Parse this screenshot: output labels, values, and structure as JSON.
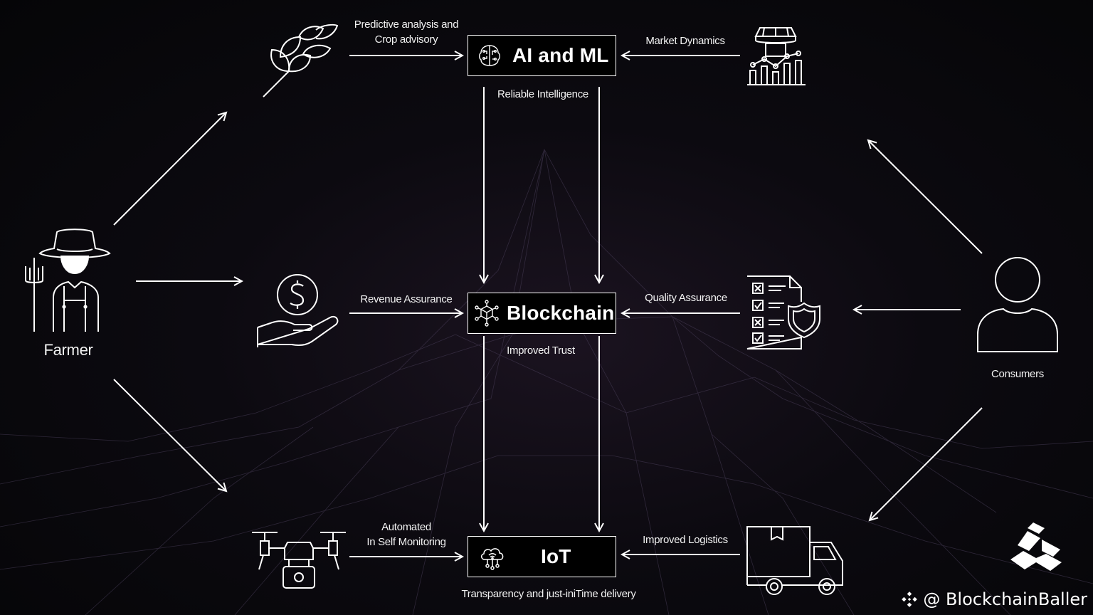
{
  "hubs": {
    "ai_ml": "AI and ML",
    "blockchain": "Blockchain",
    "iot": "IoT"
  },
  "actors": {
    "farmer": "Farmer",
    "consumers": "Consumers"
  },
  "flow_labels": {
    "predictive_line1": "Predictive analysis and",
    "predictive_line2": "Crop advisory",
    "market_dynamics": "Market Dynamics",
    "reliable_intelligence": "Reliable Intelligence",
    "revenue_assurance": "Revenue Assurance",
    "quality_assurance": "Quality Assurance",
    "improved_trust": "Improved Trust",
    "automated_line1": "Automated",
    "automated_line2": "In Self Monitoring",
    "improved_logistics": "Improved Logistics",
    "transparency": "Transparency and just-iniTime delivery"
  },
  "icons": [
    "crop-icon",
    "market-stall-chart-icon",
    "farmer-icon",
    "revenue-hand-icon",
    "quality-checklist-shield-icon",
    "consumer-icon",
    "drone-icon",
    "delivery-truck-icon",
    "brain-circuit-icon",
    "blockchain-cube-icon",
    "cloud-network-icon",
    "brand-logo-icon"
  ],
  "colors": {
    "background": "#0b090e",
    "stroke": "#ffffff",
    "hub_fill": "#000000"
  },
  "brand": {
    "handle": "@ BlockchainBaller"
  }
}
